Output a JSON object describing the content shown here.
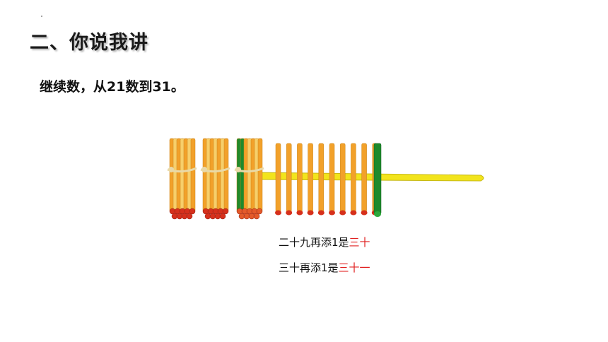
{
  "heading": "二、你说我讲",
  "instruction": "继续数，从21数到31。",
  "captions": [
    {
      "plain": "二十九再添1是",
      "highlight": "三十"
    },
    {
      "plain": "三十再添1是",
      "highlight": "三十一"
    }
  ],
  "illustration": {
    "bundles": 3,
    "single_sticks": 10,
    "colors": {
      "stick_orange": "#f2a12a",
      "stick_light": "#f7cf6a",
      "stick_green": "#1e8a2c",
      "stick_tip_red": "#d6301c",
      "rod_yellow": "#f2e41c",
      "string": "#e9d9a8"
    }
  }
}
